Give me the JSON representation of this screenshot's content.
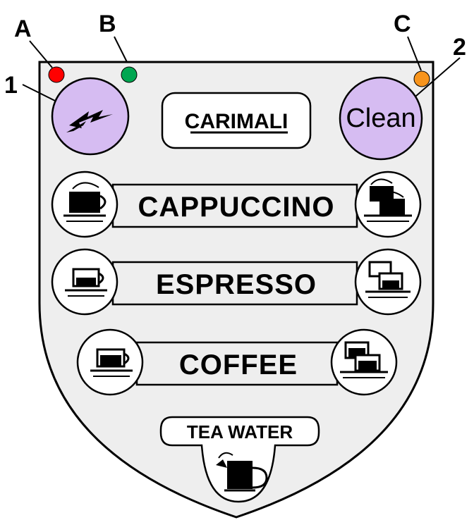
{
  "callouts": {
    "a": "A",
    "b": "B",
    "c": "C",
    "one": "1",
    "two": "2"
  },
  "panel": {
    "logo": "CARIMALI",
    "clean_label": "Clean",
    "cappuccino_label": "CAPPUCCINO",
    "espresso_label": "ESPRESSO",
    "coffee_label": "COFFEE",
    "tea_water_label": "TEA WATER"
  },
  "indicators": {
    "a": {
      "color": "#ff0000"
    },
    "b": {
      "color": "#00a651"
    },
    "c": {
      "color": "#f7941d"
    }
  },
  "colors": {
    "panel": "#eeeeee",
    "button_fill": "#d6bcf2",
    "outline": "#000000"
  },
  "icons": {
    "button_1": "wrench-icon",
    "cappuccino_single": "cappuccino-cup-icon",
    "cappuccino_double": "double-cappuccino-cup-icon",
    "espresso_single": "espresso-cup-icon",
    "espresso_double": "double-espresso-cup-icon",
    "coffee_single": "coffee-cup-icon",
    "coffee_double": "double-coffee-cup-icon",
    "tea_water": "teapot-icon"
  }
}
